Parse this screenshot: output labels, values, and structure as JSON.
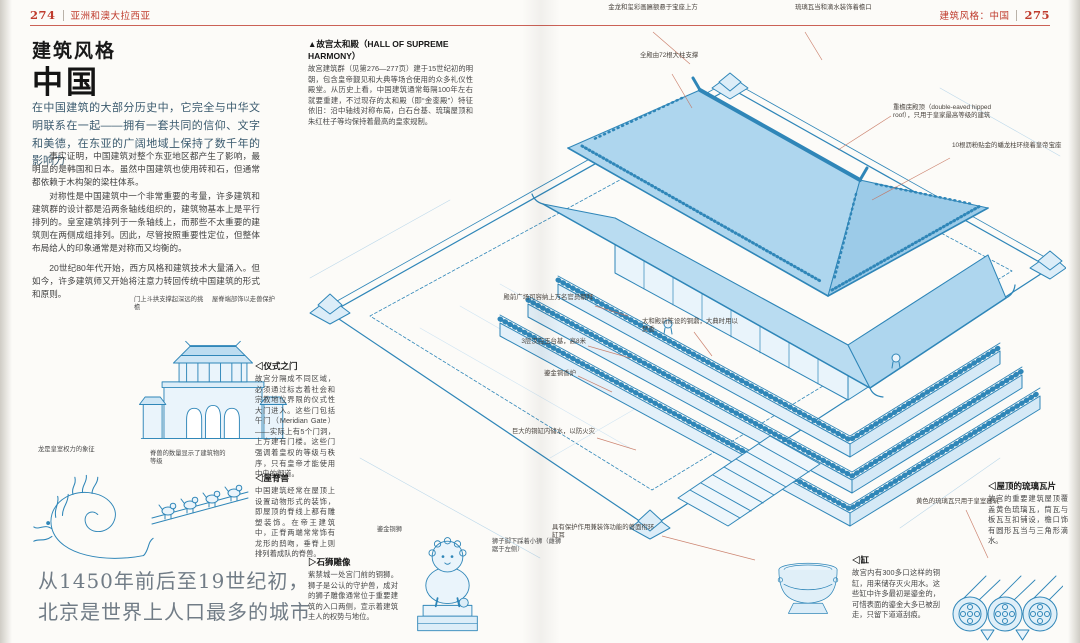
{
  "colors": {
    "accent_red": "#bf3b2d",
    "line_blue": "#2f86b8",
    "intro_blue": "#3a5a6e"
  },
  "header": {
    "left_page_number": "274",
    "left_section": "亚洲和澳大拉西亚",
    "right_section": "建筑风格：中国",
    "right_page_number": "275"
  },
  "left_page": {
    "kicker": "建筑风格",
    "title": "中国",
    "intro": "在中国建筑的大部分历史中，它完全与中华文明联系在一起——拥有一套共同的信仰、文字和美德，在东亚的广阔地域上保持了数千年的影响力",
    "paragraphs": [
      "事实证明，中国建筑对整个东亚地区都产生了影响，最明显的是韩国和日本。虽然中国建筑也使用砖和石，但通常都依赖于木构架的梁柱体系。",
      "对称性是中国建筑中一个非常重要的考量，许多建筑和建筑群的设计都是沿两条轴线组织的，建筑物基本上是平行排列的。皇室建筑排列于一条轴线上，而那些不太重要的建筑则在两侧成组排列。因此，尽管按照重要性定位，但整体布局给人的印象通常是对称而又均衡的。",
      "20世纪80年代开始，西方风格和建筑技术大量涌入。但如今，许多建筑师又开始将注意力转回传统中国建筑的形式和原则。"
    ],
    "pull_quote": "从1450年前后至19世纪初，北京是世界上人口最多的城市",
    "gate": {
      "caption_title": "◁仪式之门",
      "caption_text": "故宫分隔成不同区域，必须通过标志着社会和宗教地位界限的仪式性大门进入。这些门包括午门（Meridian Gate）——实际上有5个门洞，上方建有门楼。这些门强调着皇权的等级与秩序，只有皇帝才能使用中央的御道。",
      "labels": [
        "门上斗拱支撑起深远的挑檐",
        "屋脊端部饰以走兽保护"
      ]
    },
    "ridge": {
      "caption_title": "◁屋脊兽",
      "caption_text": "中国建筑经常在屋顶上设置动物形式的装饰，即屋顶的脊线上都有雕塑装饰。在帝王建筑中，正脊两端常常饰有龙形的鸱吻，垂脊上则排列着成队的脊兽。",
      "labels": [
        "龙是皇室权力的象征",
        "脊兽的数量显示了建筑物的等级"
      ]
    },
    "lion": {
      "caption_title": "▷石狮雕像",
      "caption_text": "紫禁城一处宫门前的铜狮。狮子是公认的守护兽，成对的狮子雕像通常位于重要建筑的入口两侧，宣示着建筑主人的权势与地位。",
      "labels": [
        "鎏金铜狮",
        "狮子脚下踩着小狮（雌狮踞于左侧）"
      ]
    }
  },
  "right_page": {
    "main_caption": {
      "title": "▲故宫太和殿（HALL OF SUPREME HARMONY）",
      "text": "故宫建筑群（见第276—277页）建于15世纪初的明朝，包含皇帝觐见和大典等场合使用的众多礼仪性殿堂。从历史上看，中国建筑通常每隔100年左右就要重建，不过现存的太和殿（即“金銮殿”）特征依旧：沿中轴线对称布局，白石台基、琉璃屋顶和朱红柱子等均保持着最高的皇家规制。"
    },
    "callouts": [
      "金龙和玺彩画匾额悬于宝座上方",
      "琉璃瓦当和滴水装饰着檐口",
      "全殿由72根大柱支撑",
      "重檐庑殿顶（double-eaved hipped roof），只用于皇家最高等级的建筑",
      "10根沥粉贴金的蟠龙柱环绕着皇帝宝座",
      "殿前广场可容纳上万名官员朝拜",
      "3层汉白玉台基，高8米",
      "鎏金铜香炉",
      "太和殿前陈设的铜鼎，大典时用以焚香",
      "巨大的铜缸内储水，以防火灾",
      "黄色的琉璃瓦只用于皇室建筑",
      "具有保护作用兼装饰功能的兽面衔环缸耳"
    ],
    "vat": {
      "caption_title": "◁缸",
      "caption_text": "故宫内有300多口这样的铜缸，用来储存灭火用水。这些缸中许多最初是鎏金的，可惜表面的鎏金大多已被刮走，只留下道道刮痕。"
    },
    "tiles": {
      "caption_title": "◁屋顶的琉璃瓦片",
      "caption_text": "故宫的重要建筑屋顶覆盖黄色琉璃瓦，筒瓦与板瓦互扣铺设，檐口饰有圆形瓦当与三角形滴水。"
    }
  }
}
